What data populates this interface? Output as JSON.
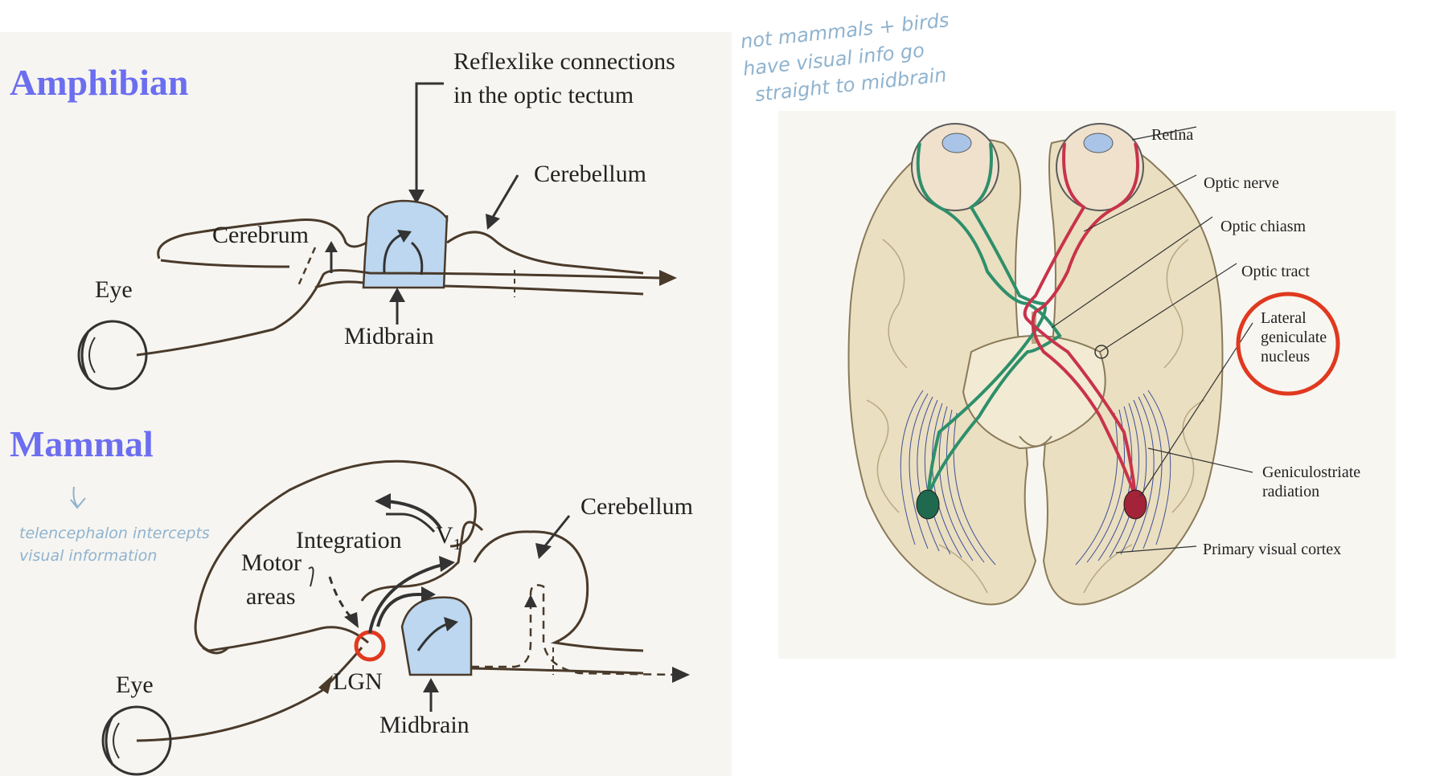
{
  "handwritten_notes": {
    "top": [
      "not mammals + birds",
      "have visual info go",
      "straight to midbrain"
    ],
    "mammal": [
      "telencephalon intercepts",
      "visual information"
    ]
  },
  "amphibian": {
    "title": "Amphibian",
    "tectum_label_1": "Reflexlike connections",
    "tectum_label_2": "in the optic tectum",
    "cerebellum": "Cerebellum",
    "cerebrum": "Cerebrum",
    "eye": "Eye",
    "midbrain": "Midbrain"
  },
  "mammal": {
    "title": "Mammal",
    "cerebellum": "Cerebellum",
    "integration": "Integration",
    "v1": "V",
    "v1_sub": "1",
    "motor_1": "Motor",
    "motor_2": "areas",
    "eye": "Eye",
    "lgn": "LGN",
    "midbrain": "Midbrain"
  },
  "brain_figure": {
    "labels": {
      "retina": "Retina",
      "optic_nerve": "Optic nerve",
      "optic_chiasm": "Optic chiasm",
      "optic_tract": "Optic tract",
      "lgn_1": "Lateral",
      "lgn_2": "geniculate",
      "lgn_3": "nucleus",
      "gsr_1": "Geniculostriate",
      "gsr_2": "radiation",
      "v1": "Primary visual cortex"
    }
  },
  "colors": {
    "title": "#6b6ef0",
    "highlight_circle": "#e0391f",
    "brain_fill": "#eadfc0",
    "tectum_fill": "#bcd7ef",
    "green_pathway": "#2e8f6b",
    "red_pathway": "#c8334a",
    "radiation": "#3f4f9a"
  }
}
